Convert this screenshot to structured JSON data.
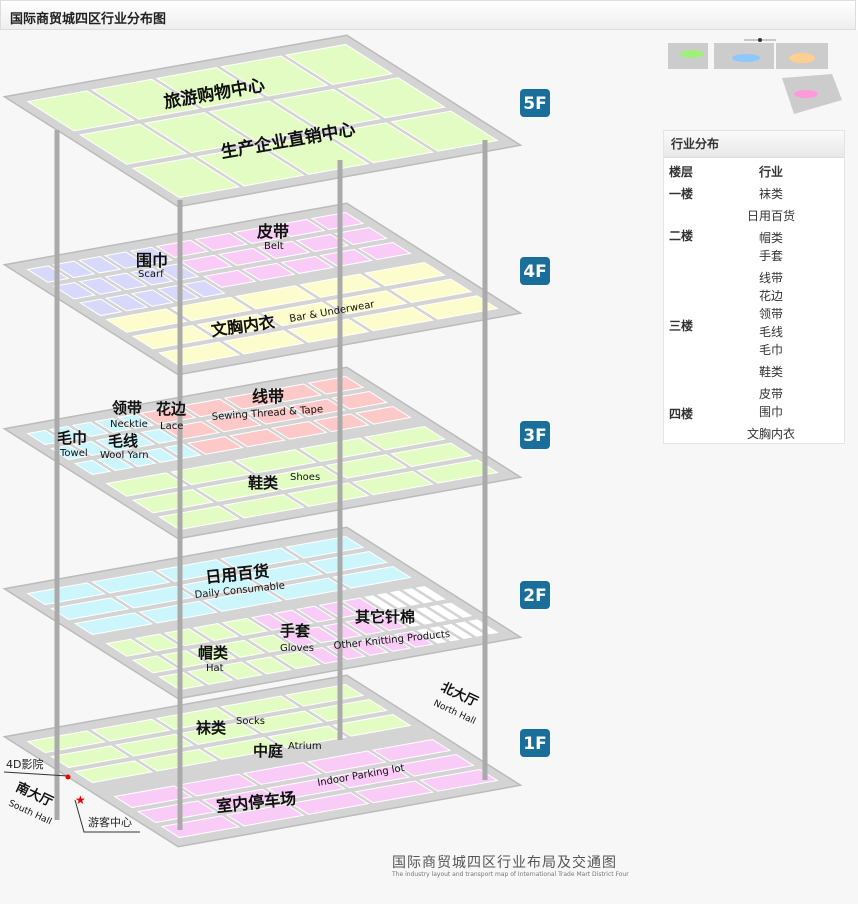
{
  "header": {
    "title": "国际商贸城四区行业分布图"
  },
  "floors": {
    "f5": {
      "badge": "5F",
      "zones": [
        "旅游购物中心",
        "生产企业直销中心"
      ]
    },
    "f4": {
      "badge": "4F",
      "belt_cn": "皮带",
      "belt_en": "Belt",
      "scarf_cn": "围巾",
      "scarf_en": "Scarf",
      "bra_cn": "文胸内衣",
      "bra_en": "Bar & Underwear"
    },
    "f3": {
      "badge": "3F",
      "necktie_cn": "领带",
      "necktie_en": "Necktie",
      "lace_cn": "花边",
      "lace_en": "Lace",
      "thread_cn": "线带",
      "thread_en": "Sewing Thread & Tape",
      "towel_cn": "毛巾",
      "towel_en": "Towel",
      "yarn_cn": "毛线",
      "yarn_en": "Wool Yarn",
      "shoes_cn": "鞋类",
      "shoes_en": "Shoes"
    },
    "f2": {
      "badge": "2F",
      "daily_cn": "日用百货",
      "daily_en": "Daily Consumable",
      "other_cn": "其它针棉",
      "other_en": "Other Knitting Products",
      "gloves_cn": "手套",
      "gloves_en": "Gloves",
      "hat_cn": "帽类",
      "hat_en": "Hat"
    },
    "f1": {
      "badge": "1F",
      "socks_cn": "袜类",
      "socks_en": "Socks",
      "atrium_cn": "中庭",
      "atrium_en": "Atrium",
      "parking_cn": "室内停车场",
      "parking_en": "Indoor Parking lot",
      "north_cn": "北大厅",
      "north_en": "North Hall",
      "south_cn": "南大厅",
      "south_en": "South Hall",
      "cinema": "4D影院",
      "visitor": "游客中心"
    }
  },
  "colors": {
    "badge": "#1a6e9a",
    "green": "#e3fcc4",
    "purple": "#d8d8fb",
    "pink": "#f9ccf7",
    "yellow": "#fdfccc",
    "rose": "#fcc8c8",
    "cyan": "#ccf6fc",
    "plate": "#d4d4d4"
  },
  "panel": {
    "title": "行业分布",
    "col_floor": "楼层",
    "col_industry": "行业",
    "rows": [
      {
        "floor": "一楼",
        "items": [
          "袜类"
        ]
      },
      {
        "floor": "二楼",
        "items": [
          "日用百货",
          "帽类",
          "手套"
        ]
      },
      {
        "floor": "三楼",
        "items": [
          "线带",
          "花边",
          "领带",
          "毛线",
          "毛巾",
          "鞋类"
        ]
      },
      {
        "floor": "四楼",
        "items": [
          "皮带",
          "围巾",
          "文胸内衣"
        ]
      }
    ]
  },
  "caption": {
    "cn": "国际商贸城四区行业布局及交通图",
    "en": "The industry layout and transport map of International Trade Mart District Four"
  }
}
